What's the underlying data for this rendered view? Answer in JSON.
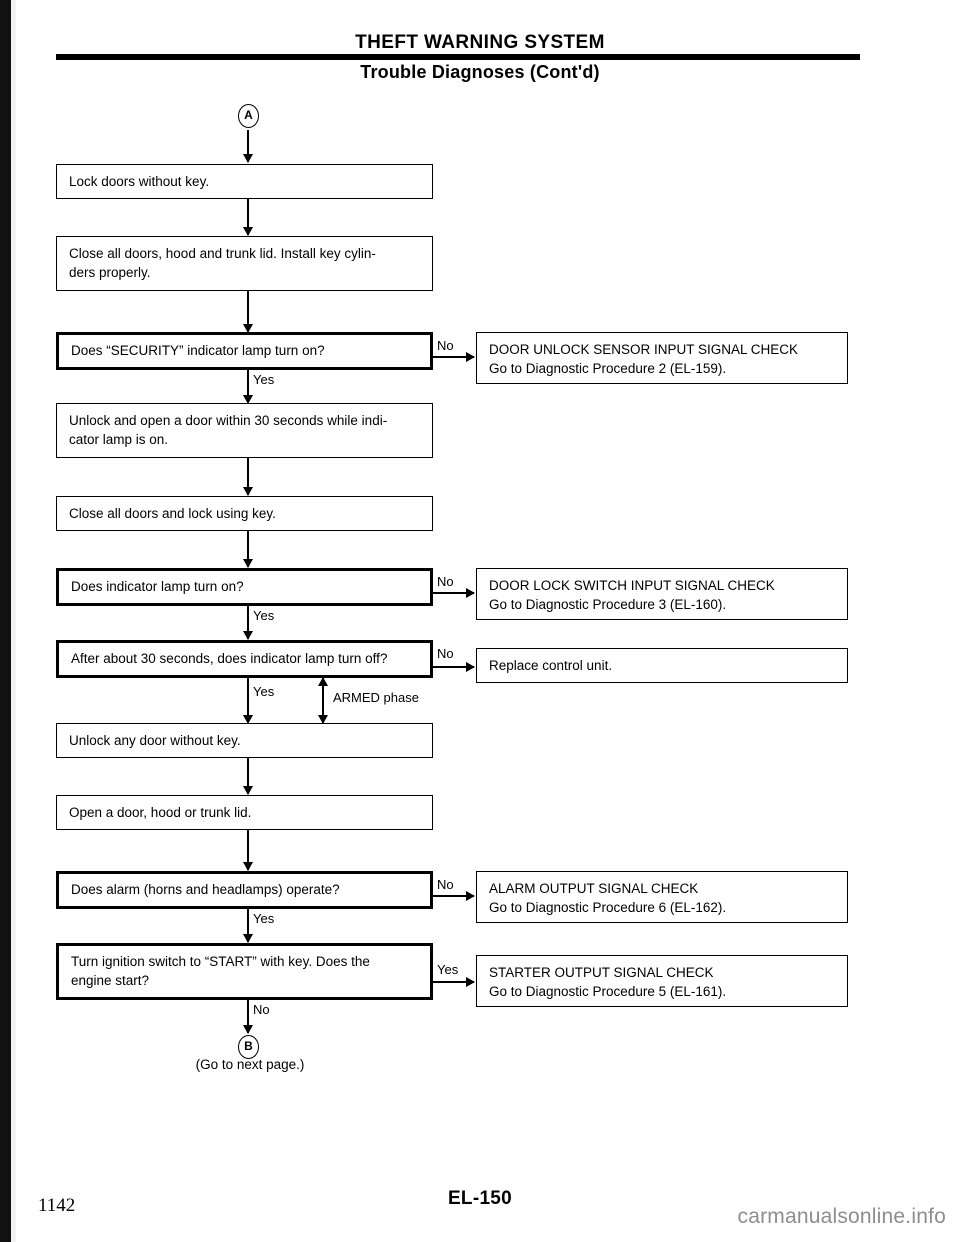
{
  "header": {
    "title": "THEFT WARNING SYSTEM",
    "subtitle": "Trouble Diagnoses (Cont'd)"
  },
  "connectors": {
    "top": "A",
    "bottom": "B",
    "bottom_note": "(Go to next page.)"
  },
  "flow": {
    "steps": [
      {
        "id": "lock-doors",
        "type": "action",
        "lines": [
          "Lock doors without key."
        ]
      },
      {
        "id": "close-all-doors-install-cylinders",
        "type": "action",
        "lines": [
          "Close all doors, hood and trunk lid. Install key cylin-",
          "ders properly."
        ]
      },
      {
        "id": "does-security-lamp-turn-on",
        "type": "decision",
        "lines": [
          "Does “SECURITY” indicator lamp turn on?"
        ],
        "yes": "Yes",
        "no": "No"
      },
      {
        "id": "unlock-open-door-30s",
        "type": "action",
        "lines": [
          "Unlock and open a door within 30 seconds while indi-",
          "cator lamp is on."
        ]
      },
      {
        "id": "close-all-doors-lock-key",
        "type": "action",
        "lines": [
          "Close all doors and lock using key."
        ]
      },
      {
        "id": "does-indicator-lamp-turn-on",
        "type": "decision",
        "lines": [
          "Does indicator lamp turn on?"
        ],
        "yes": "Yes",
        "no": "No"
      },
      {
        "id": "after-30s-lamp-off",
        "type": "decision",
        "lines": [
          "After about 30 seconds, does indicator lamp turn off?"
        ],
        "yes": "Yes",
        "no": "No"
      },
      {
        "id": "unlock-any-door-without-key",
        "type": "action",
        "lines": [
          "Unlock any door without key."
        ]
      },
      {
        "id": "open-door-hood-trunk",
        "type": "action",
        "lines": [
          "Open a door, hood or trunk lid."
        ]
      },
      {
        "id": "does-alarm-operate",
        "type": "decision",
        "lines": [
          "Does alarm (horns and headlamps) operate?"
        ],
        "yes": "Yes",
        "no": "No"
      },
      {
        "id": "turn-ignition-start",
        "type": "decision",
        "lines": [
          "Turn ignition switch to “START” with key. Does the",
          "engine start?"
        ],
        "yes": "Yes",
        "no": "No"
      }
    ],
    "branches": [
      {
        "id": "door-unlock-sensor-check",
        "lines": [
          "DOOR UNLOCK SENSOR INPUT SIGNAL CHECK",
          "Go to Diagnostic Procedure 2 (EL-159)."
        ]
      },
      {
        "id": "door-lock-switch-check",
        "lines": [
          "DOOR LOCK SWITCH INPUT SIGNAL CHECK",
          "Go to Diagnostic Procedure 3 (EL-160)."
        ]
      },
      {
        "id": "replace-control-unit",
        "lines": [
          "Replace control unit."
        ]
      },
      {
        "id": "alarm-output-check",
        "lines": [
          "ALARM OUTPUT SIGNAL CHECK",
          "Go to Diagnostic Procedure 6 (EL-162)."
        ]
      },
      {
        "id": "starter-output-check",
        "lines": [
          "STARTER OUTPUT SIGNAL CHECK",
          "Go to Diagnostic Procedure 5 (EL-161)."
        ]
      }
    ],
    "armed_phase_label": "ARMED phase"
  },
  "footer": {
    "page_number": "1142",
    "section_code": "EL-150",
    "watermark": "carmanualsonline.info"
  }
}
